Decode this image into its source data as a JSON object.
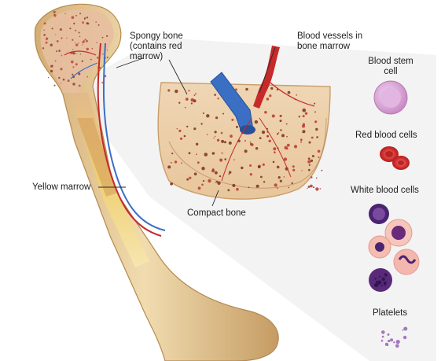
{
  "labels": {
    "spongy_line1": "Spongy bone",
    "spongy_line2": "(contains red",
    "spongy_line3": "marrow)",
    "vessels_line1": "Blood vessels in",
    "vessels_line2": "bone marrow",
    "yellow_marrow": "Yellow marrow",
    "compact_bone": "Compact bone",
    "stem_line1": "Blood stem",
    "stem_line2": "cell",
    "red_cells": "Red blood cells",
    "white_cells": "White blood cells",
    "platelets": "Platelets"
  },
  "colors": {
    "bone": "#ecd3a3",
    "bone_shadow": "#caa26a",
    "spongy": "#e8c8a4",
    "marrow_dot": "#7a3020",
    "marrow_red": "#b8372a",
    "yellow_marrow": "#f3d24a",
    "vein": "#3a6fc4",
    "artery": "#c62a2a",
    "stem_cell": "#d9a6d6",
    "red_cell": "#d63030",
    "white_cell_purple": "#5a2a7a",
    "white_cell_pink": "#f4b7ae",
    "platelet": "#9a6ab8"
  }
}
